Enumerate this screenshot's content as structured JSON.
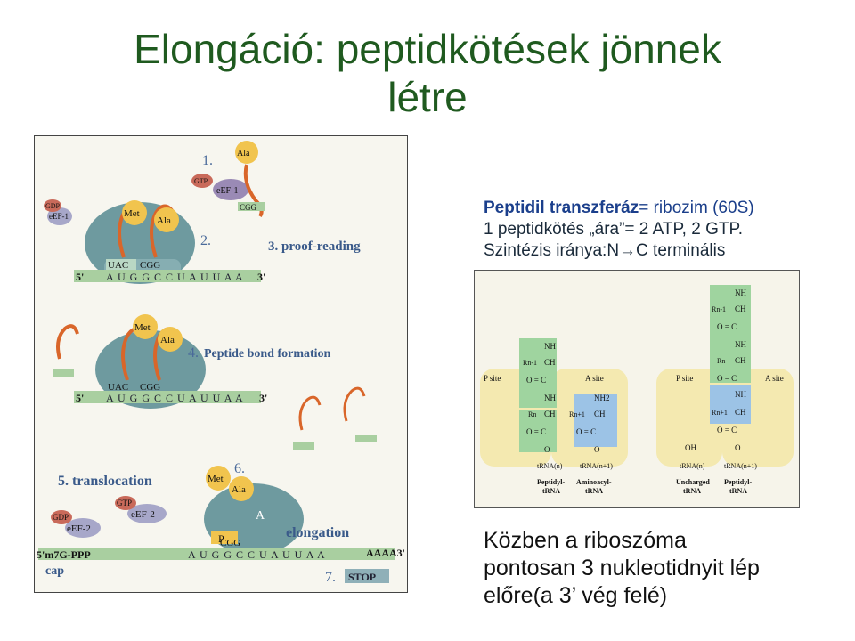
{
  "title": {
    "line1": "Elongáció: peptidkötések jönnek",
    "line2": "létre"
  },
  "info": {
    "line1_bold": "Peptidil transzferáz",
    "line1_rest": "= ribozim (60S)",
    "line2": "1 peptidkötés „ára”= 2 ATP, 2 GTP.",
    "line3": "Szintézis iránya:N→C terminális"
  },
  "bottom": {
    "line1": "Közben a riboszóma",
    "line2": "pontosan 3 nukleotidnyit lép",
    "line3": "előre(a 3’ vég felé)"
  },
  "left_figure": {
    "step1": "1.",
    "step2": "2.",
    "step3": "3. proof-reading",
    "step4": "4. Peptide bond formation",
    "step5": "5. translocation",
    "step6": "6.",
    "step7": "7.",
    "elongation": "elongation",
    "stop": "STOP",
    "met": "Met",
    "ala": "Ala",
    "eef1": "eEF-1",
    "eef2": "eEF-2",
    "gtp": "GTP",
    "gdp": "GDP",
    "anticodon1": "UAC",
    "anticodon2": "CGG",
    "mrna": "A U G G C C U A U U A A",
    "five_prime": "5'",
    "three_prime": "3'",
    "cap": "5'm7G-PPP",
    "cap_label": "cap",
    "polya": "AAAA3'",
    "p_site": "P",
    "a_site": "A"
  },
  "right_figure": {
    "p_site": "P site",
    "a_site": "A site",
    "nh": "NH",
    "nh2": "NH2",
    "ch": "CH",
    "oc": "O = C",
    "o": "O",
    "oh": "OH",
    "r_n1": "Rn-1",
    "r_n": "Rn",
    "r_n1p": "Rn+1",
    "trna_n": "tRNA(n)",
    "trna_n1": "tRNA(n+1)",
    "peptidyl": "Peptidyl-",
    "aminoacyl": "Aminoacyl-",
    "uncharged": "Uncharged",
    "trna": "tRNA"
  },
  "colors": {
    "title": "#1f5a1f",
    "accent_blue": "#1b3f8c",
    "trna_orange": "#d9662a",
    "ribosome_teal": "#6e9a9f",
    "green_box": "#9fd49f",
    "blue_box": "#9cc3e6",
    "yellow_box": "#f4e9b0"
  }
}
